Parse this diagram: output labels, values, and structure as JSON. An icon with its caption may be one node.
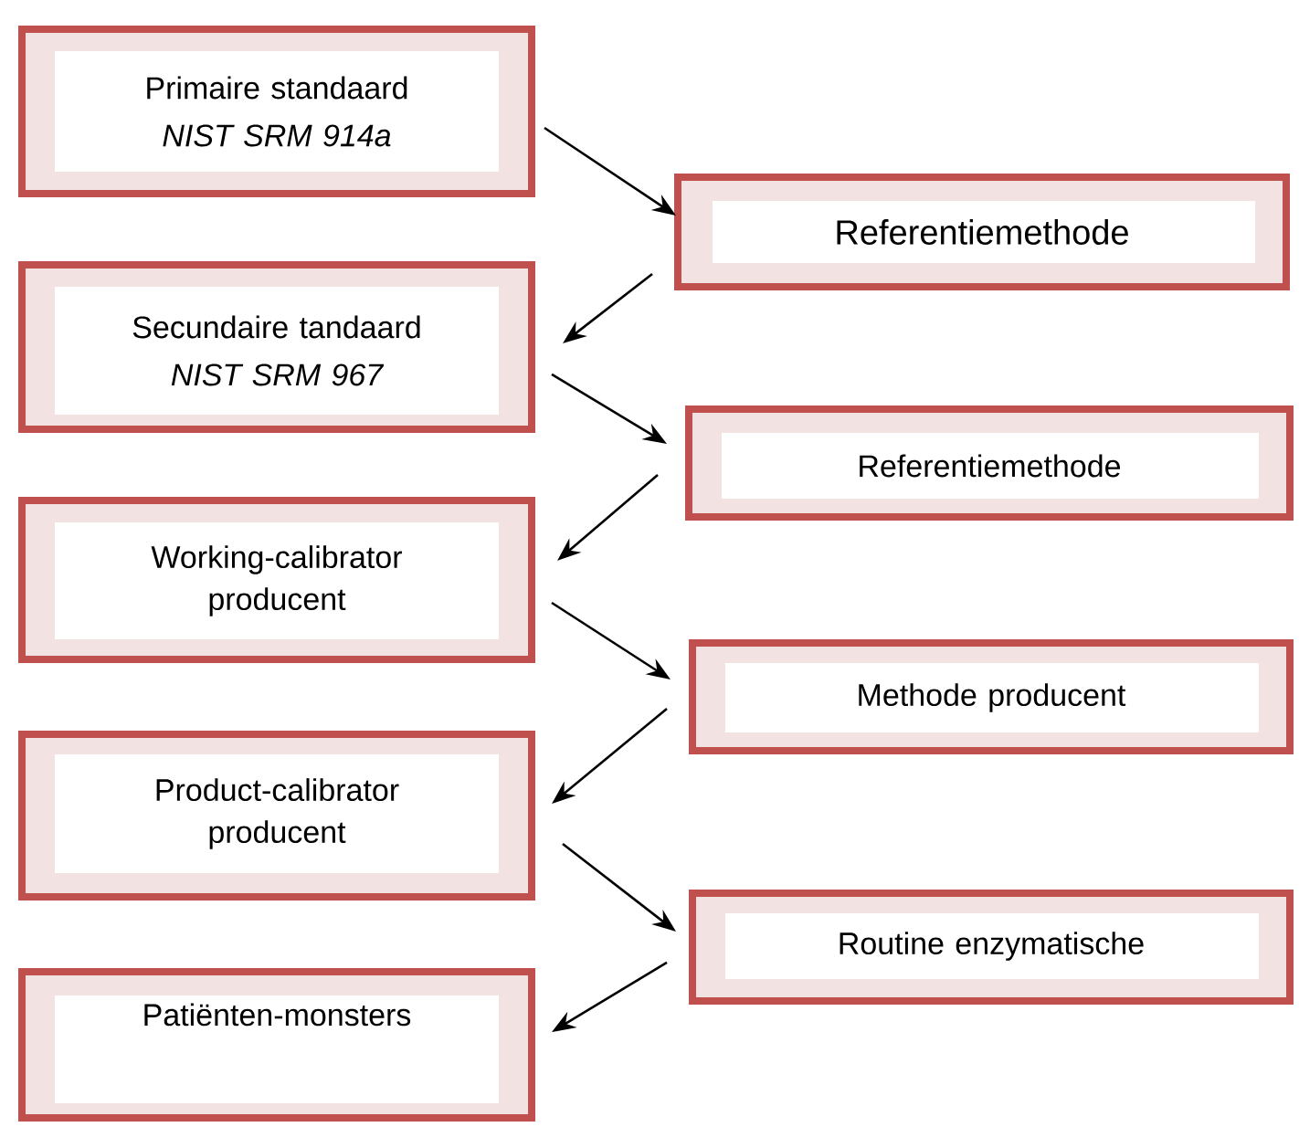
{
  "diagram": {
    "nodes": [
      {
        "text": [
          "Primaire standaard",
          "NIST SRM 914a"
        ]
      },
      {
        "text": [
          "Referentiemethode"
        ]
      },
      {
        "text": [
          "Secundaire tandaard",
          "NIST SRM 967"
        ]
      },
      {
        "text": [
          "Referentiemethode"
        ]
      },
      {
        "text": [
          "Working-calibrator producent"
        ]
      },
      {
        "text": [
          "Methode producent"
        ]
      },
      {
        "text": [
          "Product-calibrator producent"
        ]
      },
      {
        "text": [
          "Routine enzymatische"
        ]
      },
      {
        "text": [
          "Patiënten-monsters"
        ]
      }
    ],
    "edges": [
      {
        "from": 0,
        "to": 1,
        "arrow": "to"
      },
      {
        "from": 1,
        "to": 2,
        "arrow": "to"
      },
      {
        "from": 2,
        "to": 3,
        "arrow": "to"
      },
      {
        "from": 3,
        "to": 4,
        "arrow": "to"
      },
      {
        "from": 4,
        "to": 5,
        "arrow": "to"
      },
      {
        "from": 5,
        "to": 6,
        "arrow": "to"
      },
      {
        "from": 6,
        "to": 7,
        "arrow": "to"
      },
      {
        "from": 7,
        "to": 8,
        "arrow": "to"
      }
    ]
  }
}
